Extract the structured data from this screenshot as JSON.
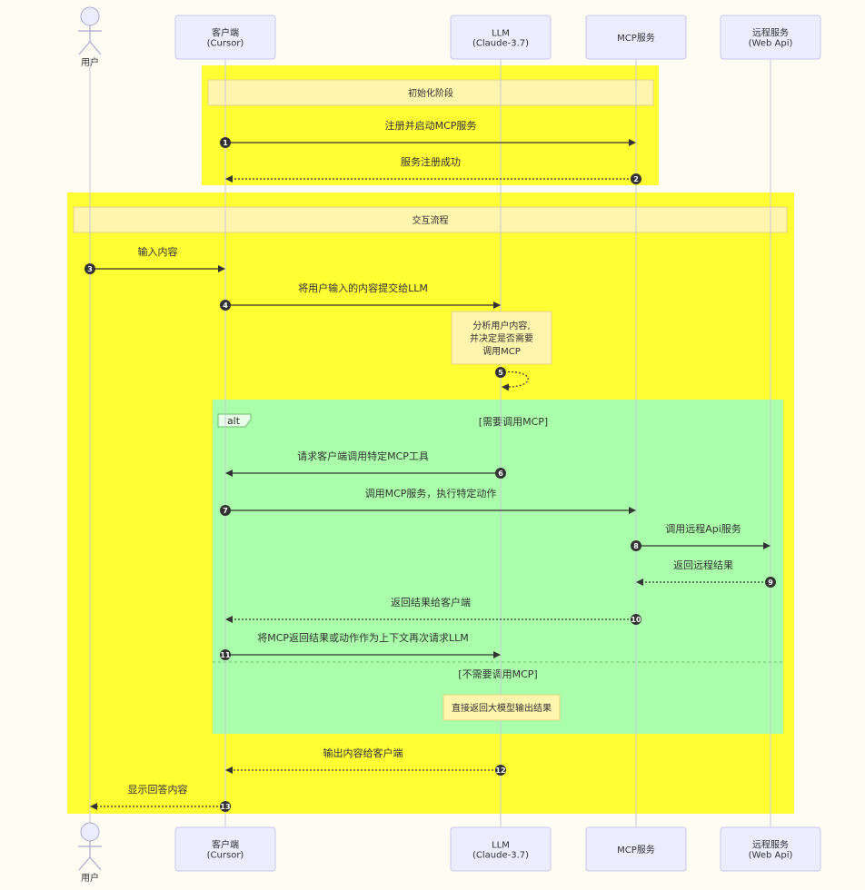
{
  "participants": [
    {
      "id": "user",
      "kind": "actor",
      "lines": [
        "用户"
      ]
    },
    {
      "id": "client",
      "kind": "box",
      "lines": [
        "客户端",
        "(Cursor)"
      ]
    },
    {
      "id": "llm",
      "kind": "box",
      "lines": [
        "LLM",
        "(Claude-3.7)"
      ]
    },
    {
      "id": "mcp",
      "kind": "box",
      "lines": [
        "MCP服务"
      ]
    },
    {
      "id": "remote",
      "kind": "box",
      "lines": [
        "远程服务",
        "(Web Api)"
      ]
    }
  ],
  "regions": [
    {
      "id": "init",
      "title": "初始化阶段",
      "color": "#ffff33"
    },
    {
      "id": "interact",
      "title": "交互流程",
      "color": "#ffff33"
    }
  ],
  "alt": {
    "tag": "alt",
    "condition": "[需要调用MCP]",
    "else_condition": "[不需要调用MCP]",
    "color": "#aaffaa"
  },
  "messages": [
    {
      "n": "1",
      "from": "client",
      "to": "mcp",
      "text": "注册并启动MCP服务",
      "dashed": false
    },
    {
      "n": "2",
      "from": "mcp",
      "to": "client",
      "text": "服务注册成功",
      "dashed": true
    },
    {
      "n": "3",
      "from": "user",
      "to": "client",
      "text": "输入内容",
      "dashed": false
    },
    {
      "n": "4",
      "from": "client",
      "to": "llm",
      "text": "将用户输入的内容提交给LLM",
      "dashed": false
    },
    {
      "n": "5",
      "from": "llm",
      "to": "llm",
      "text": "",
      "dashed": true
    },
    {
      "n": "6",
      "from": "llm",
      "to": "client",
      "text": "请求客户端调用特定MCP工具",
      "dashed": false
    },
    {
      "n": "7",
      "from": "client",
      "to": "mcp",
      "text": "调用MCP服务，执行特定动作",
      "dashed": false
    },
    {
      "n": "8",
      "from": "mcp",
      "to": "remote",
      "text": "调用远程Api服务",
      "dashed": false
    },
    {
      "n": "9",
      "from": "remote",
      "to": "mcp",
      "text": "返回远程结果",
      "dashed": true
    },
    {
      "n": "10",
      "from": "mcp",
      "to": "client",
      "text": "返回结果给客户端",
      "dashed": true
    },
    {
      "n": "11",
      "from": "client",
      "to": "llm",
      "text": "将MCP返回结果或动作作为上下文再次请求LLM",
      "dashed": false
    },
    {
      "n": "12",
      "from": "llm",
      "to": "client",
      "text": "输出内容给客户端",
      "dashed": true
    },
    {
      "n": "13",
      "from": "client",
      "to": "user",
      "text": "显示回答内容",
      "dashed": true
    }
  ],
  "notes": [
    {
      "id": "analyze",
      "lines": [
        "分析用户内容,",
        "并决定是否需要",
        "调用MCP"
      ]
    },
    {
      "id": "direct",
      "lines": [
        "直接返回大模型输出结果"
      ]
    }
  ],
  "colors": {
    "line": "#333333",
    "lifeline": "#c8c8d8",
    "box_fill": "#ececff",
    "box_stroke": "#c8c8e8",
    "note_fill": "#fff5ad",
    "note_stroke": "#e6d280"
  }
}
